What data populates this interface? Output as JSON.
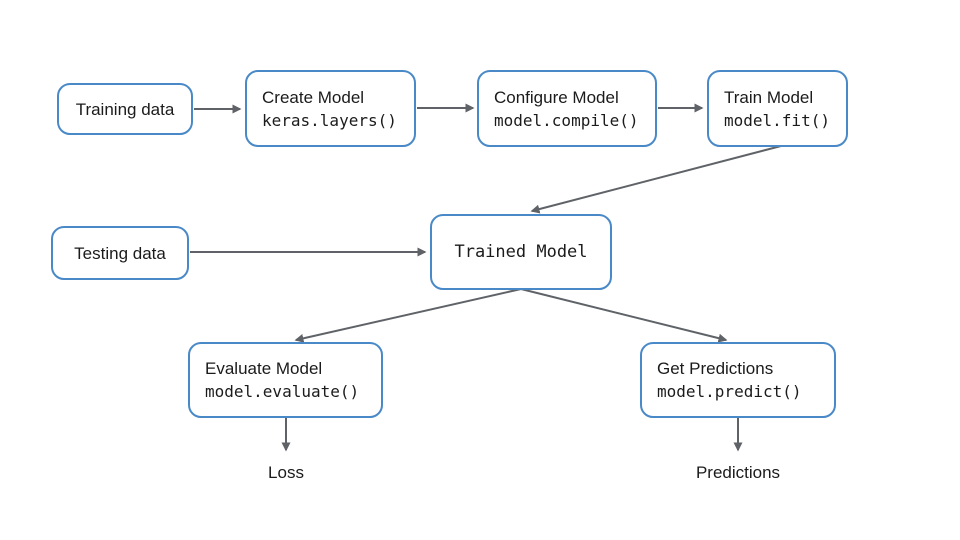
{
  "diagram": {
    "colors": {
      "box_border": "#4a89c7",
      "box_fill": "#ffffff",
      "arrow": "#5f6368",
      "text": "#1b1b1b"
    },
    "nodes": {
      "training_data": {
        "label": "Training data"
      },
      "create_model": {
        "label": "Create Model",
        "code": "keras.layers()"
      },
      "configure_model": {
        "label": "Configure Model",
        "code": "model.compile()"
      },
      "train_model": {
        "label": "Train Model",
        "code": "model.fit()"
      },
      "testing_data": {
        "label": "Testing data"
      },
      "trained_model": {
        "label": "Trained Model"
      },
      "evaluate_model": {
        "label": "Evaluate Model",
        "code": "model.evaluate()"
      },
      "get_predictions": {
        "label": "Get Predictions",
        "code": "model.predict()"
      },
      "loss": {
        "label": "Loss"
      },
      "predictions": {
        "label": "Predictions"
      }
    },
    "edges": [
      {
        "from": "training_data",
        "to": "create_model"
      },
      {
        "from": "create_model",
        "to": "configure_model"
      },
      {
        "from": "configure_model",
        "to": "train_model"
      },
      {
        "from": "train_model",
        "to": "trained_model"
      },
      {
        "from": "testing_data",
        "to": "trained_model"
      },
      {
        "from": "trained_model",
        "to": "evaluate_model"
      },
      {
        "from": "trained_model",
        "to": "get_predictions"
      },
      {
        "from": "evaluate_model",
        "to": "loss"
      },
      {
        "from": "get_predictions",
        "to": "predictions"
      }
    ]
  }
}
